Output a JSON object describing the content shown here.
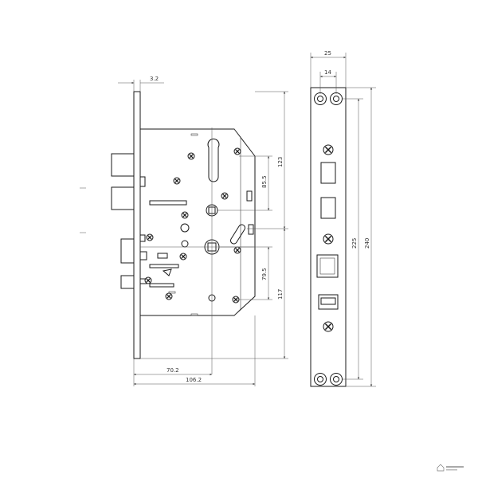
{
  "dimensions": {
    "faceplate_thickness": "3.2",
    "top_to_hub": "123",
    "hub_to_hub": "85.5",
    "hub_to_cylinder": "79.5",
    "cylinder_to_bottom": "117",
    "backset": "70.2",
    "case_depth": "106.2",
    "plate_width": "25",
    "hole_spacing": "14",
    "hole_distance": "225",
    "plate_length": "240"
  },
  "icons": {
    "screw": "phillips-screw-icon",
    "logo": "house-logo-icon"
  }
}
